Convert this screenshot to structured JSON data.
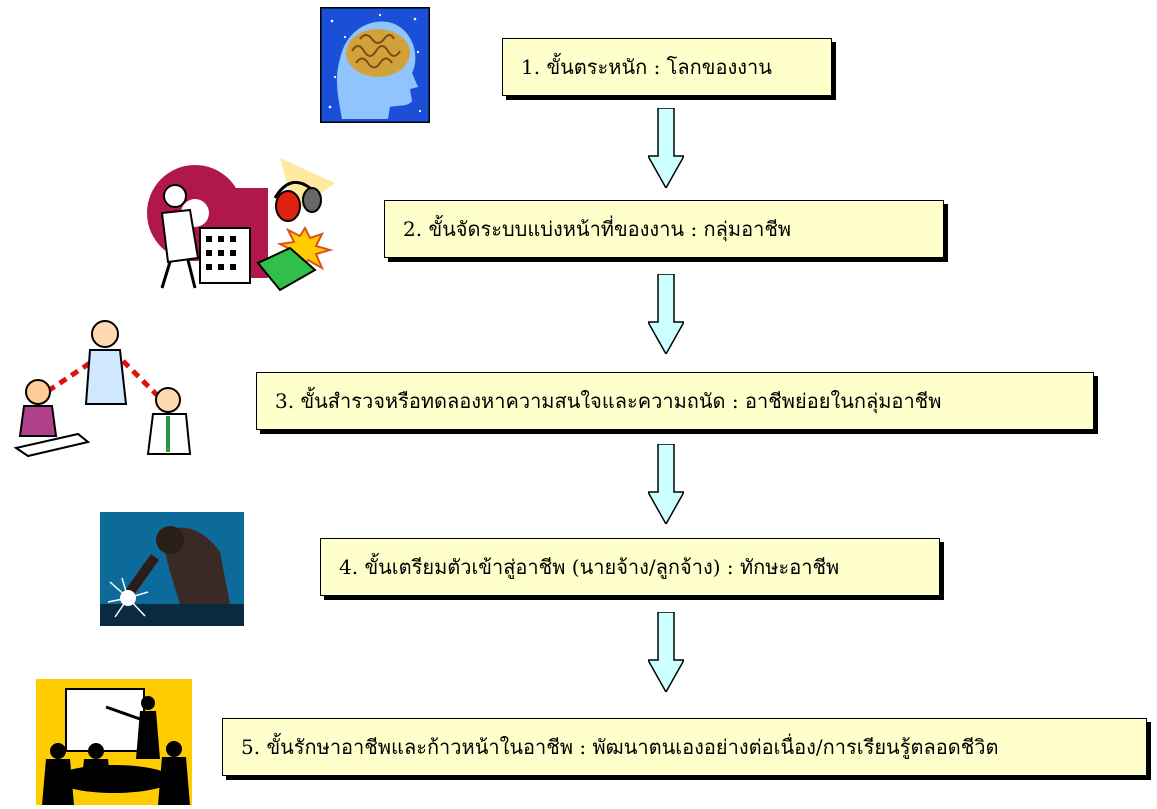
{
  "steps": [
    {
      "label": "1.  ขั้นตระหนัก  :  โลกของงาน"
    },
    {
      "label": "2.  ขั้นจัดระบบแบ่งหน้าที่ของงาน  :  กลุ่มอาชีพ"
    },
    {
      "label": "3.  ขั้นสำรวจหรือทดลองหาความสนใจและความถนัด  :   อาชีพย่อยในกลุ่มอาชีพ"
    },
    {
      "label": "4.  ขั้นเตรียมตัวเข้าสู่อาชีพ (นายจ้าง/ลูกจ้าง)  :  ทักษะอาชีพ"
    },
    {
      "label": "5.  ขั้นรักษาอาชีพและก้าวหน้าในอาชีพ   :   พัฒนาตนเองอย่างต่อเนื่อง/การเรียนรู้ตลอดชีวิต"
    }
  ],
  "colors": {
    "box_fill": "#ffffcc",
    "arrow_fill": "#ccffff",
    "border": "#000000"
  },
  "icons": [
    "brain-head-icon",
    "industry-worker-icon",
    "counseling-people-icon",
    "welder-icon",
    "business-meeting-icon"
  ]
}
